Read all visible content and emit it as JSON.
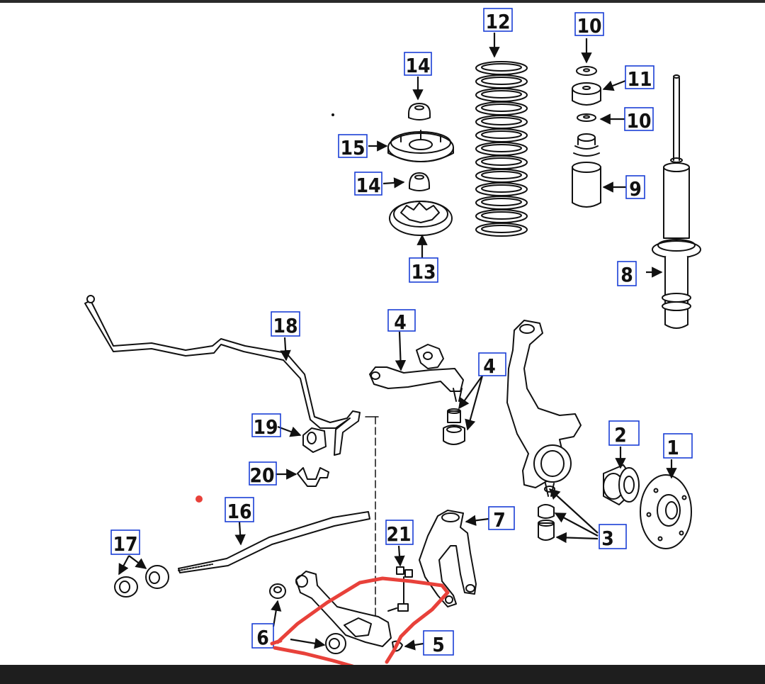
{
  "diagram": {
    "labels": {
      "l1": "1",
      "l2": "2",
      "l3": "3",
      "l4a": "4",
      "l4b": "4",
      "l5": "5",
      "l6": "6",
      "l7": "7",
      "l8": "8",
      "l9": "9",
      "l10a": "10",
      "l10b": "10",
      "l11": "11",
      "l12": "12",
      "l13": "13",
      "l14a": "14",
      "l14b": "14",
      "l15": "15",
      "l16": "16",
      "l17": "17",
      "l18": "18",
      "l19": "19",
      "l20": "20",
      "l21": "21"
    },
    "colors": {
      "ink": "#111111",
      "label_box": "#1a3fd6",
      "annotation": "#e8413a",
      "background": "#ffffff",
      "frame": "#1e1e1e"
    }
  }
}
